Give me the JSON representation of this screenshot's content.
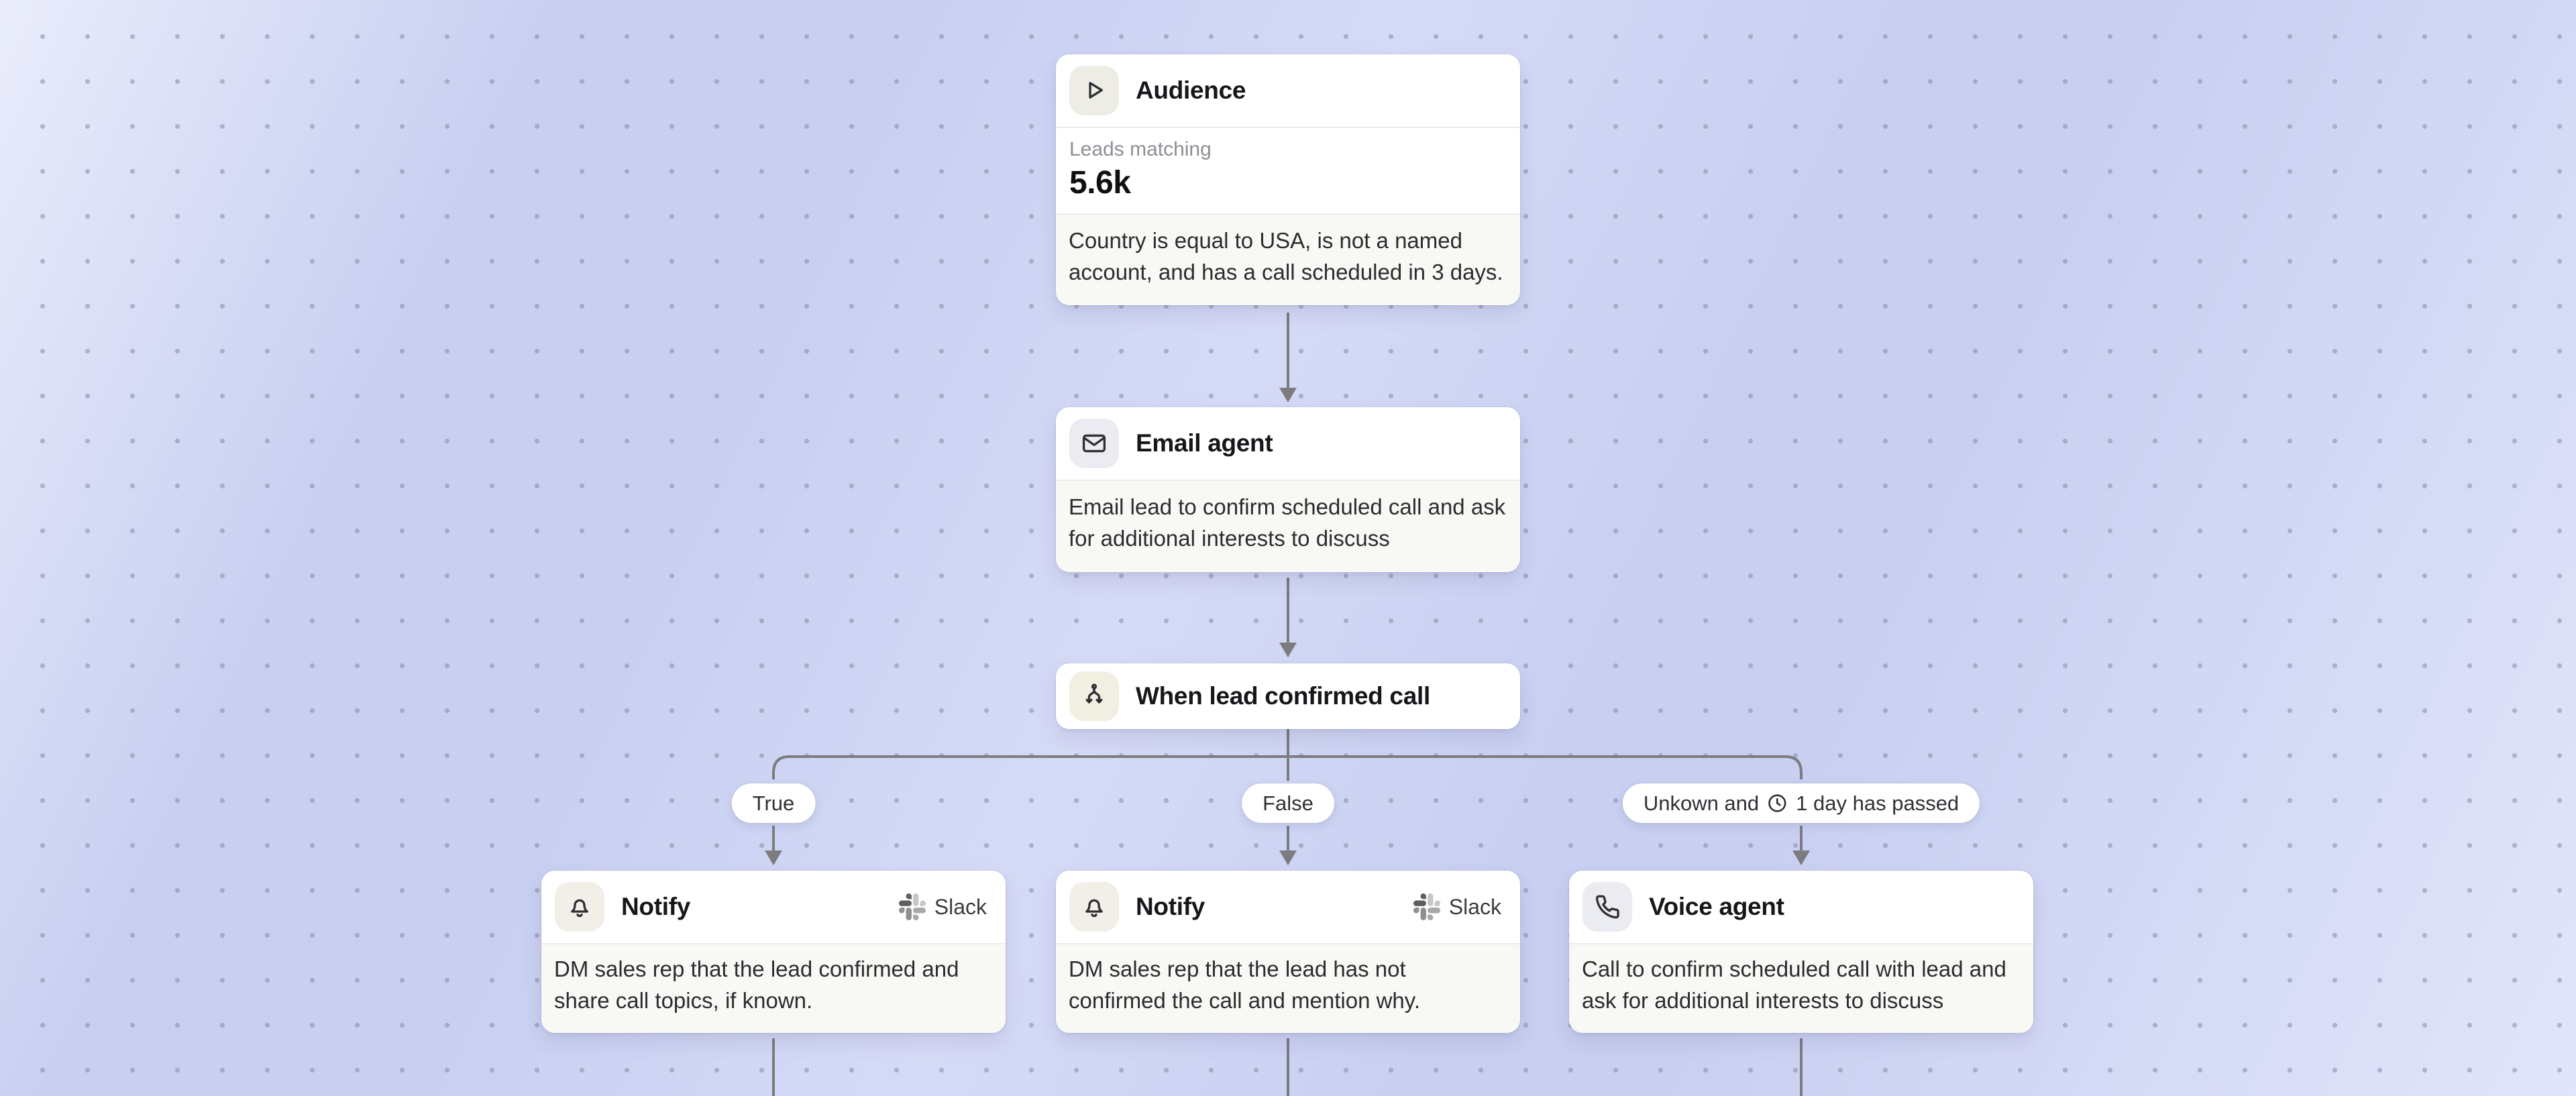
{
  "canvas": {
    "background_color": "#c8cff1",
    "dot_color": "#8087a3",
    "edge_color": "#7c7c80",
    "card_background": "#ffffff",
    "note_background": "#f8f8f5"
  },
  "nodes": {
    "audience": {
      "icon": "play-icon",
      "title": "Audience",
      "stat_label": "Leads matching",
      "stat_value": "5.6k",
      "description": "Country is equal to USA, is not a named account, and has a call scheduled in 3 days."
    },
    "email_agent": {
      "icon": "mail-icon",
      "title": "Email agent",
      "description": "Email lead to confirm scheduled call and ask for additional interests to discuss"
    },
    "condition": {
      "icon": "branch-icon",
      "title": "When lead confirmed call"
    },
    "notify_true": {
      "icon": "bell-icon",
      "title": "Notify",
      "integration": "Slack",
      "integration_icon": "slack-icon",
      "description": "DM sales rep that the lead confirmed and share call topics, if known."
    },
    "notify_false": {
      "icon": "bell-icon",
      "title": "Notify",
      "integration": "Slack",
      "integration_icon": "slack-icon",
      "description": "DM sales rep that the lead has not confirmed the call and mention why."
    },
    "voice_agent": {
      "icon": "phone-icon",
      "title": "Voice agent",
      "description": "Call to confirm scheduled call with lead and ask for additional interests to discuss"
    }
  },
  "branch_labels": {
    "true": {
      "label": "True"
    },
    "false": {
      "label": "False"
    },
    "unknown": {
      "prefix": "Unkown and",
      "icon": "clock-icon",
      "suffix": "1 day has passed"
    }
  }
}
